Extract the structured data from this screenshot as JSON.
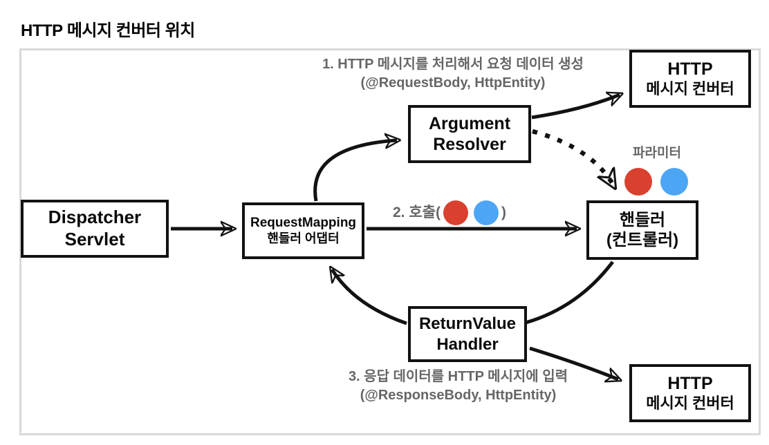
{
  "title": {
    "prefix": "HTTP",
    "rest": " 메시지 컨버터 위치"
  },
  "colors": {
    "red": "#d9402e",
    "blue": "#4da6f5",
    "gray_text": "#666668",
    "line": "#121212",
    "panel_border": "#d9d9d9"
  },
  "boxes": {
    "dispatcher": {
      "line1": "Dispatcher",
      "line2": "Servlet"
    },
    "adapter": {
      "line1": "RequestMapping",
      "line2": "핸들러 어댑터"
    },
    "argument_resolver": {
      "line1": "Argument",
      "line2": "Resolver"
    },
    "http_converter_top": {
      "line1": "HTTP",
      "line2": "메시지 컨버터"
    },
    "handler": {
      "line1": "핸들러",
      "line2": "(컨트롤러)"
    },
    "return_value_handler": {
      "line1": "ReturnValue",
      "line2": "Handler"
    },
    "http_converter_bottom": {
      "line1": "HTTP",
      "line2": "메시지 컨버터"
    }
  },
  "notes": {
    "step1_line1": "1. HTTP 메시지를 처리해서 요청 데이터 생성",
    "step1_line2": "(@RequestBody, HttpEntity)",
    "step2_prefix": "2. 호출(",
    "step2_suffix": ")",
    "parameter_label": "파라미터",
    "step3_line1": "3. 응답 데이터를 HTTP 메시지에 입력",
    "step3_line2": "(@ResponseBody, HttpEntity)"
  }
}
